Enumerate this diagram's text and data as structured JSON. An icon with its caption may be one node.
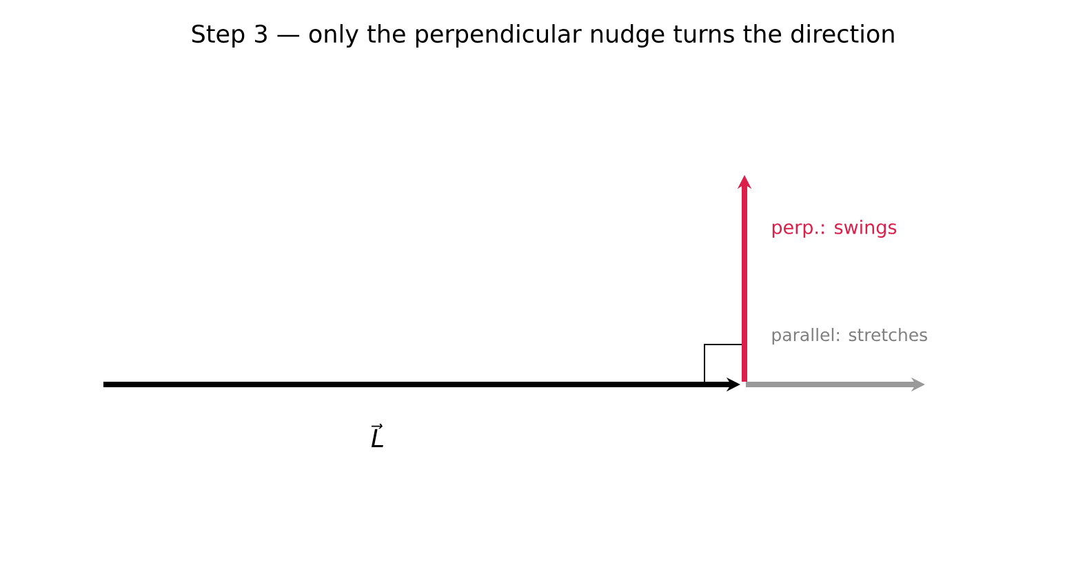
{
  "diagram": {
    "title": "Step 3 — only the perpendicular nudge turns the direction",
    "labels": [
      "perp.: swings",
      "parallel: stretches",
      "*L⃗*"
    ]
  }
}
